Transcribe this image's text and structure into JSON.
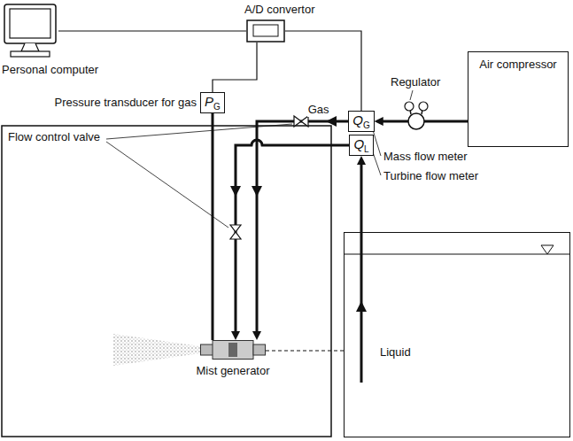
{
  "diagram": {
    "nodes": [
      {
        "text": [
          "Personal computer"
        ]
      },
      {
        "text": [
          "A/D convertor"
        ]
      },
      {
        "text": [
          "P",
          "G"
        ]
      },
      {
        "text": [
          "Q",
          "G"
        ]
      },
      {
        "text": [
          "Air compressor"
        ]
      },
      {
        "text": [
          "Q",
          "L"
        ]
      },
      {
        "text": [
          "Mist generator"
        ]
      },
      {
        "text": [
          "Liquid"
        ]
      }
    ],
    "edges": [
      {
        "from": 0,
        "to": 1,
        "arrow": "none"
      },
      {
        "from": 1,
        "to": 2,
        "arrow": "none"
      },
      {
        "from": 1,
        "to": 3,
        "arrow": "none"
      },
      {
        "from": 4,
        "to": 3,
        "arrow": "to"
      },
      {
        "from": 3,
        "to": 6,
        "arrow": "to",
        "label": "Gas"
      },
      {
        "from": 2,
        "to": 6,
        "arrow": "none"
      },
      {
        "from": 5,
        "to": 6,
        "arrow": "to"
      },
      {
        "from": 7,
        "to": 5,
        "arrow": "to"
      }
    ],
    "labels": [
      "Pressure transducer for gas",
      "Regulator",
      "Mass flow meter",
      "Turbine flow meter",
      "Flow control valve"
    ]
  }
}
